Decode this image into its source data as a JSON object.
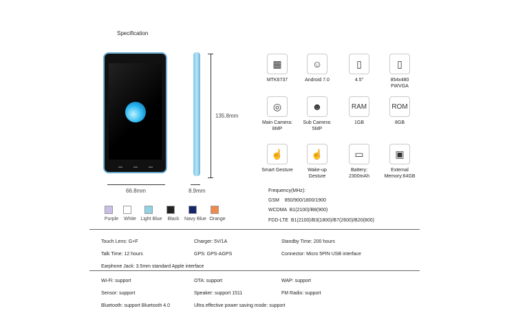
{
  "title": "Specification",
  "dimensions": {
    "height": "135.8mm",
    "width": "66.8mm",
    "depth": "8.9mm"
  },
  "colors": [
    {
      "name": "Purple",
      "hex": "#c9bee6"
    },
    {
      "name": "White",
      "hex": "#ffffff"
    },
    {
      "name": "Light Blue",
      "hex": "#8fd3e6"
    },
    {
      "name": "Black",
      "hex": "#222222"
    },
    {
      "name": "Navy Blue",
      "hex": "#15266b"
    },
    {
      "name": "Orange",
      "hex": "#f08a4b"
    }
  ],
  "specs": [
    {
      "icon": "chip-icon",
      "glyph": "▦",
      "label": "MTK6737"
    },
    {
      "icon": "android-icon",
      "glyph": "☺",
      "label": "Android 7.0"
    },
    {
      "icon": "screen-icon",
      "glyph": "▯",
      "label": "4.5\""
    },
    {
      "icon": "resolution-icon",
      "glyph": "▯",
      "label": "854x480\nFWVGA"
    },
    {
      "icon": "camera-icon",
      "glyph": "◎",
      "label": "Main Camera:\n8MP"
    },
    {
      "icon": "selfie-camera-icon",
      "glyph": "☻",
      "label": "Sub Camera:\n5MP"
    },
    {
      "icon": "ram-icon",
      "glyph": "RAM",
      "label": "1GB"
    },
    {
      "icon": "rom-icon",
      "glyph": "ROM",
      "label": "8GB"
    },
    {
      "icon": "gesture-icon",
      "glyph": "☝",
      "label": "Smart Gesture"
    },
    {
      "icon": "wakeup-gesture-icon",
      "glyph": "☝",
      "label": "Wake-up\nGesture"
    },
    {
      "icon": "battery-icon",
      "glyph": "▭",
      "label": "Battery:\n2300mAh"
    },
    {
      "icon": "sdcard-icon",
      "glyph": "▣",
      "label": "External\nMemory:64GB"
    }
  ],
  "frequency": {
    "heading": "Frequency(MHz):",
    "lines": [
      "GSM    850/900/1800/1900",
      "WCDMA  B1(2100)/B8(900)",
      "FDD-LTE  B1(2100)/B3(1800)/B7(2600)/B20(800)"
    ]
  },
  "rows1": [
    [
      "Touch Lens: G+F",
      "Charger: 5V/1A",
      "Standby Time: 200 hours"
    ],
    [
      "Talk Time: 12 hours",
      "GPS:  GPS-AGPS",
      "Connector: Micro 5PIN USB interface"
    ],
    [
      "Earphone Jack:  3.5mm standard Apple interface",
      "",
      ""
    ]
  ],
  "rows2": [
    [
      "Wi-Fi: support",
      "OTA: support",
      "WAP: support"
    ],
    [
      "Sensor: support",
      "Speaker: support 1511",
      "FM Radio: support"
    ],
    [
      "Bluetooth: support Bluetooth 4.0",
      "Ultra effective power saving mode: support",
      ""
    ]
  ]
}
